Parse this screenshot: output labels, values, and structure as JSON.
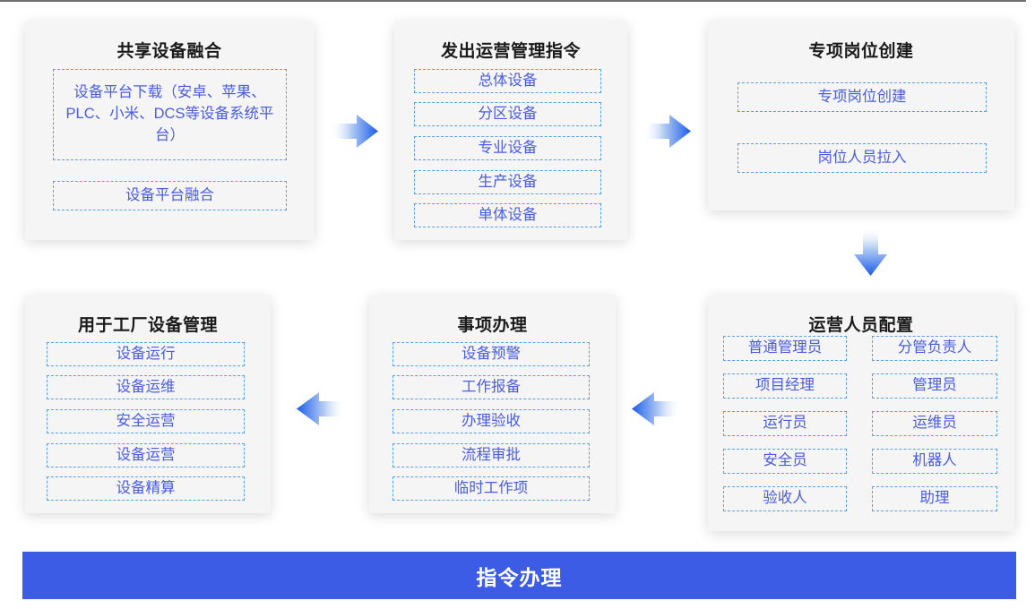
{
  "panels": {
    "p1": {
      "title": "共享设备融合",
      "items": [
        "设备平台下载（安卓、苹果、PLC、小米、DCS等设备系统平台）",
        "设备平台融合"
      ]
    },
    "p2": {
      "title": "发出运营管理指令",
      "items": [
        "总体设备",
        "分区设备",
        "专业设备",
        "生产设备",
        "单体设备"
      ]
    },
    "p3": {
      "title": "专项岗位创建",
      "items": [
        "专项岗位创建",
        "岗位人员拉入"
      ]
    },
    "p4": {
      "title": "运营人员配置",
      "left": [
        "普通管理员",
        "项目经理",
        "运行员",
        "安全员",
        "验收人"
      ],
      "right": [
        "分管负责人",
        "管理员",
        "运维员",
        "机器人",
        "助理"
      ]
    },
    "p5": {
      "title": "事项办理",
      "items": [
        "设备预警",
        "工作报备",
        "办理验收",
        "流程审批",
        "临时工作项"
      ]
    },
    "p6": {
      "title": "用于工厂设备管理",
      "items": [
        "设备运行",
        "设备运维",
        "安全运营",
        "设备运营",
        "设备精算"
      ]
    }
  },
  "banner": {
    "label": "指令办理"
  },
  "colors": {
    "banner_bg": "#3D5CE6",
    "item_text": "#4A5CE3",
    "dashed_border": "#5C9EE3",
    "arrow_blue": "#1A5CE8",
    "panel_bg": "#F5F5F6",
    "title_text": "#1A1A1A",
    "top_line": "#6F6F6F"
  }
}
